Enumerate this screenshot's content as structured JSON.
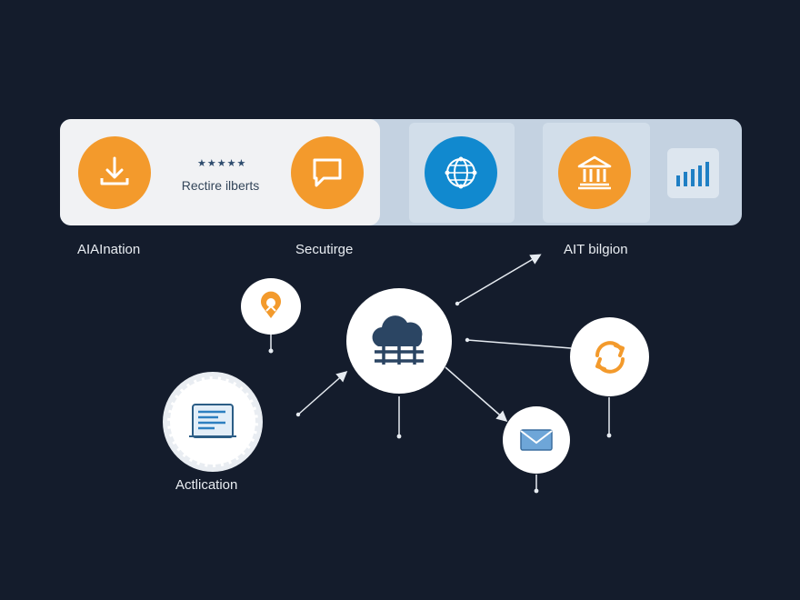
{
  "header": {
    "panel_text": "Rectire ilberts",
    "stars": "★★★★★"
  },
  "labels": {
    "left": "AIAInation",
    "center": "Secutirge",
    "right": "AIT bilgion",
    "bottom": "Actlication"
  },
  "colors": {
    "background": "#141c2c",
    "orange": "#f39a2c",
    "blue": "#1189cf",
    "navy": "#2b4563",
    "bar": "#c4d2e1"
  },
  "icons": {
    "top": [
      "download-icon",
      "chat-bubble-icon",
      "network-globe-icon",
      "bank-icon",
      "bar-chart-icon"
    ],
    "nodes": [
      "location-pin-icon",
      "cloud-server-icon",
      "sync-icon",
      "document-gear-icon",
      "mail-icon"
    ]
  }
}
